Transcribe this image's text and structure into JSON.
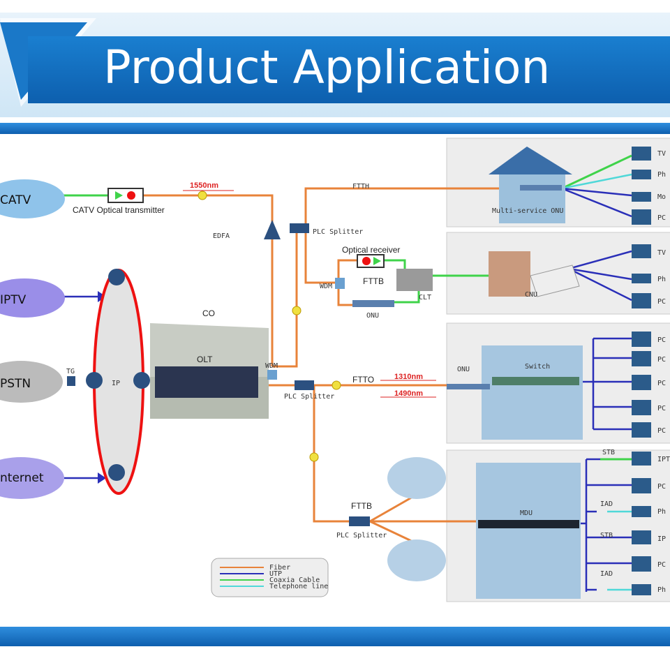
{
  "header": {
    "title": "Product Application"
  },
  "colors": {
    "banner": "#0d6fc0",
    "fiber": "#e8833a",
    "utp": "#2a2fb8",
    "coaxial": "#3fd34a",
    "telephone": "#4fd8d8",
    "red_ring": "#e11"
  },
  "sources": [
    "CATV",
    "IPTV",
    "PSTN",
    "Internet"
  ],
  "labels": {
    "catv_tx": "CATV Optical transmitter",
    "wl1550": "1550nm",
    "edfa": "EDFA",
    "ftth": "FTTH",
    "plc1": "PLC Splitter",
    "optical_rx": "Optical receiver",
    "fttb1": "FTTB",
    "wdm1": "WDM",
    "clt": "CLT",
    "onu1": "ONU",
    "co": "CO",
    "olt": "OLT",
    "wdm2": "WDM",
    "tg": "TG",
    "ip": "IP",
    "plc2": "PLC Splitter",
    "ftto": "FTTO",
    "wl1310": "1310nm",
    "wl1490": "1490nm",
    "fttb2": "FTTB",
    "plc3": "PLC Splitter"
  },
  "panels": [
    {
      "name": "Multi-service ONU",
      "devices": [
        "TV",
        "Ph",
        "Mo",
        "PC"
      ]
    },
    {
      "name": "CNU",
      "devices": [
        "TV",
        "Ph",
        "PC"
      ]
    },
    {
      "name": "Switch",
      "onu": "ONU",
      "devices": [
        "PC",
        "PC",
        "PC",
        "PC",
        "PC"
      ]
    },
    {
      "name": "MDU",
      "devices": [
        "IPT",
        "PC",
        "Ph",
        "IP",
        "PC",
        "Ph"
      ],
      "stb": "STB",
      "iad": "IAD"
    }
  ],
  "legend": [
    "Fiber",
    "UTP",
    "Coaxia Cable",
    "Telephone line"
  ]
}
